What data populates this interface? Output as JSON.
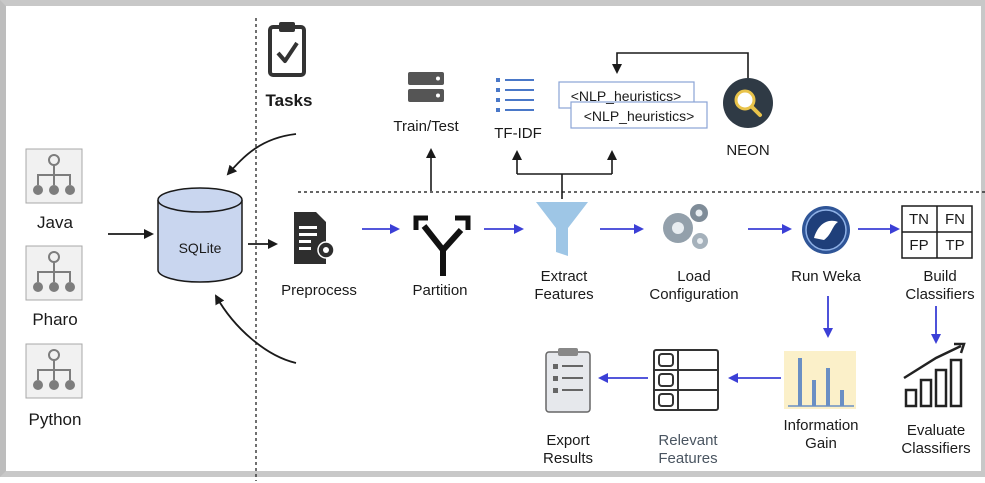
{
  "languages": {
    "java": "Java",
    "pharo": "Pharo",
    "python": "Python"
  },
  "database": "SQLite",
  "tasks": "Tasks",
  "outputs": {
    "train_test": "Train/Test",
    "tfidf": "TF-IDF",
    "nlp_heuristics_1": "<NLP_heuristics>",
    "nlp_heuristics_2": "<NLP_heuristics>",
    "neon": "NEON"
  },
  "pipeline": {
    "preprocess": "Preprocess",
    "partition": "Partition",
    "extract_features": "Extract\nFeatures",
    "load_configuration": "Load\nConfiguration",
    "run_weka": "Run Weka",
    "build_classifiers": "Build\nClassifiers",
    "evaluate_classifiers": "Evaluate\nClassifiers",
    "information_gain": "Information\nGain",
    "relevant_features": "Relevant\nFeatures",
    "export_results": "Export\nResults"
  },
  "confusion_matrix": [
    "TN",
    "FN",
    "FP",
    "TP"
  ],
  "colors": {
    "flow_arrow": "#3b3fd6",
    "black_arrow": "#1a1a1a",
    "cylinder_fill": "#c9d6ef",
    "icon_gray": "#9a9a9a"
  }
}
